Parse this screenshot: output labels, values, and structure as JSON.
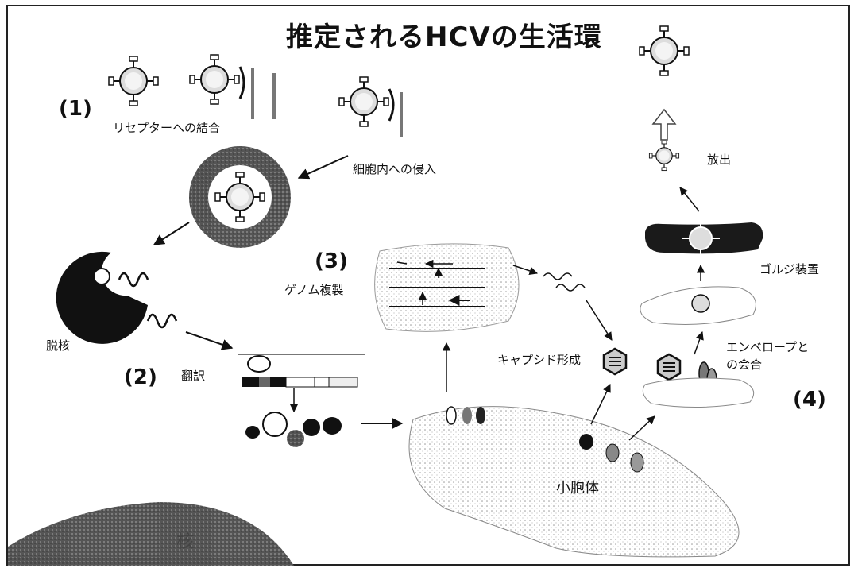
{
  "title": "推定されるHCVの生活環",
  "steps": {
    "s1": "(1)",
    "s2": "(2)",
    "s3": "(3)",
    "s4": "(4)"
  },
  "labels": {
    "receptor": "リセプターへの結合",
    "entry": "細胞内への侵入",
    "uncoating": "脱核",
    "translation": "翻訳",
    "replication": "ゲノム複製",
    "capsid": "キャプシド形成",
    "envelope_line1": "エンベロープと",
    "envelope_line2": "の会合",
    "golgi": "ゴルジ装置",
    "release": "放出",
    "er": "小胞体",
    "nucleus": "核"
  }
}
